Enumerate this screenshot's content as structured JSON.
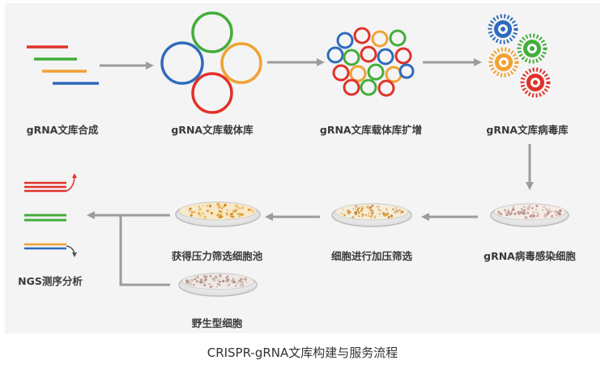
{
  "stages": {
    "synthesis": "gRNA文库合成",
    "vector": "gRNA文库载体库",
    "amplify": "gRNA文库载体库扩增",
    "virus": "gRNA文库病毒库",
    "infect": "gRNA病毒感染细胞",
    "pressure": "细胞进行加压筛选",
    "pool": "获得压力筛选细胞池",
    "wildtype": "野生型细胞",
    "ngs": "NGS测序分析"
  },
  "caption": "CRISPR-gRNA文库构建与服务流程",
  "colors": {
    "red": "#e0322a",
    "green": "#43ad3b",
    "orange": "#f0a233",
    "blue": "#2f6bbd",
    "arrow": "#9c9c9c",
    "panel": "#f4f4f4"
  },
  "icons": [
    "oligo-lines-icon",
    "plasmid-circles-icon",
    "amplified-plasmids-icon",
    "virus-particles-icon",
    "petri-dish-icon",
    "sequencing-reads-icon"
  ]
}
